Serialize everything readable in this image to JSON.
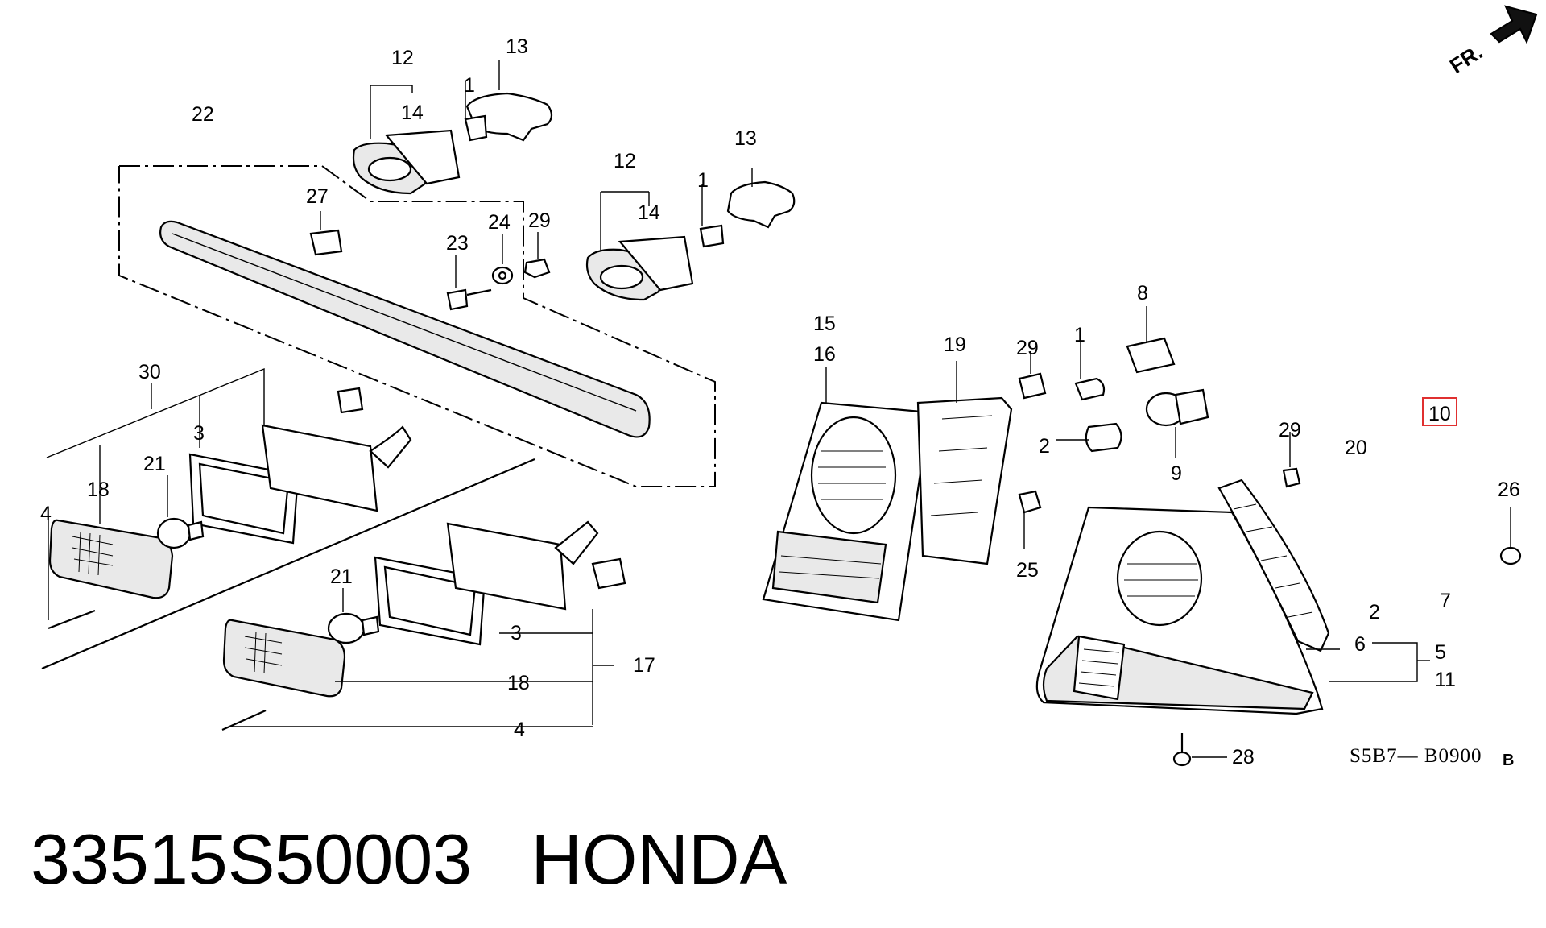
{
  "diagram": {
    "orientation_label": "FR.",
    "drawing_code": "S5B7— B0900",
    "drawing_code_suffix": "B",
    "highlighted_callout": "10",
    "highlight_color": "#e03030",
    "callouts": {
      "c1a": "1",
      "c1b": "1",
      "c1c": "1",
      "c2a": "2",
      "c2b": "2",
      "c3a": "3",
      "c3b": "3",
      "c4a": "4",
      "c4b": "4",
      "c5": "5",
      "c6": "6",
      "c7": "7",
      "c8": "8",
      "c9": "9",
      "c10": "10",
      "c11": "11",
      "c12a": "12",
      "c12b": "12",
      "c13a": "13",
      "c13b": "13",
      "c14a": "14",
      "c14b": "14",
      "c15": "15",
      "c16": "16",
      "c17": "17",
      "c18a": "18",
      "c18b": "18",
      "c19": "19",
      "c20": "20",
      "c21a": "21",
      "c21b": "21",
      "c22": "22",
      "c23": "23",
      "c24": "24",
      "c25": "25",
      "c26": "26",
      "c27": "27",
      "c28": "28",
      "c29a": "29",
      "c29b": "29",
      "c29c": "29",
      "c30": "30"
    }
  },
  "footer": {
    "part_number": "33515S50003",
    "brand": "HONDA"
  }
}
